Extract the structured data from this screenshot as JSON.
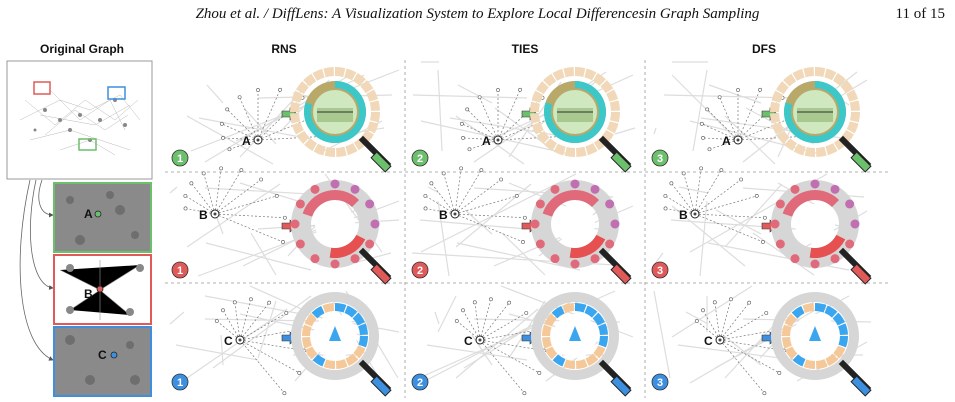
{
  "header": {
    "title": "Zhou et al. / DiffLens: A Visualization System to Explore Local Differencesin Graph Sampling",
    "page": "11 of 15"
  },
  "columns": {
    "original": "Original Graph",
    "rns": "RNS",
    "ties": "TIES",
    "dfs": "DFS"
  },
  "nodes": {
    "a": "A",
    "b": "B",
    "c": "C"
  },
  "rows": [
    {
      "color": "#6cbf6c",
      "badges": [
        "1",
        "2",
        "3"
      ]
    },
    {
      "color": "#e05a5a",
      "badges": [
        "1",
        "2",
        "3"
      ]
    },
    {
      "color": "#3d8fe0",
      "badges": [
        "1",
        "2",
        "3"
      ]
    }
  ],
  "colors": {
    "green": "#6cbf6c",
    "red": "#e05a5a",
    "blue": "#3d8fe0",
    "teal": "#3cc8c8",
    "olive": "#b8a86a",
    "tan": "#f0d8b8",
    "pink": "#e06a7a",
    "magenta": "#c070b0",
    "orange": "#f5c89a",
    "sky": "#3aa6f0"
  }
}
